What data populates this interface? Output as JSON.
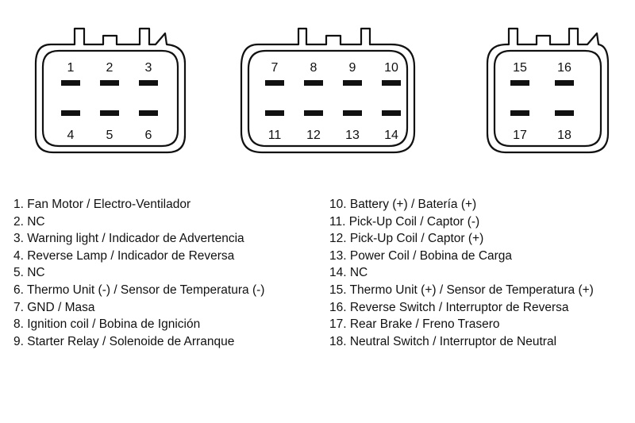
{
  "connectors": [
    {
      "id": "A",
      "rows": [
        {
          "labels_position": "above",
          "pins": [
            "1",
            "2",
            "3"
          ]
        },
        {
          "labels_position": "below",
          "pins": [
            "4",
            "5",
            "6"
          ]
        }
      ]
    },
    {
      "id": "B",
      "rows": [
        {
          "labels_position": "above",
          "pins": [
            "7",
            "8",
            "9",
            "10"
          ]
        },
        {
          "labels_position": "below",
          "pins": [
            "11",
            "12",
            "13",
            "14"
          ]
        }
      ]
    },
    {
      "id": "C",
      "rows": [
        {
          "labels_position": "above",
          "pins": [
            "15",
            "16"
          ]
        },
        {
          "labels_position": "below",
          "pins": [
            "17",
            "18"
          ]
        }
      ]
    }
  ],
  "legend": {
    "left": [
      "1. Fan Motor / Electro-Ventilador",
      "2. NC",
      "3. Warning light / Indicador de Advertencia",
      "4. Reverse Lamp / Indicador de Reversa",
      "5. NC",
      "6. Thermo Unit (-) / Sensor de Temperatura (-)",
      "7. GND / Masa",
      "8. Ignition coil / Bobina de Ignición",
      "9. Starter Relay / Solenoide de Arranque"
    ],
    "right": [
      "10. Battery (+) / Batería (+)",
      "11. Pick-Up Coil / Captor (-)",
      "12. Pick-Up Coil / Captor (+)",
      "13. Power Coil / Bobina de Carga",
      "14. NC",
      "15. Thermo Unit (+) / Sensor de Temperatura (+)",
      "16. Reverse Switch / Interruptor de Reversa",
      "17. Rear Brake / Freno Trasero",
      "18. Neutral Switch / Interruptor de Neutral"
    ]
  }
}
